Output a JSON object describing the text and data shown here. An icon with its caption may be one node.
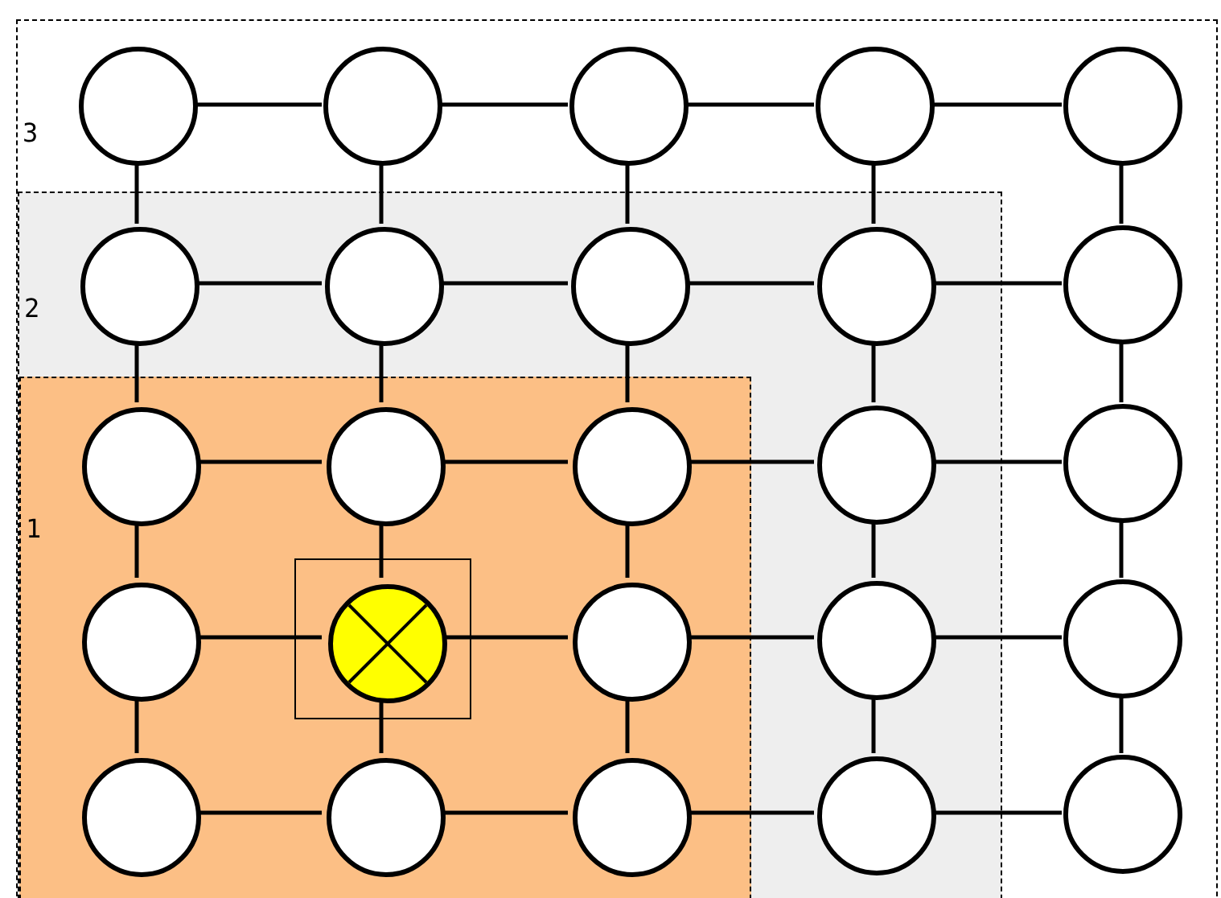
{
  "diagram": {
    "nodes": [
      {
        "text": [
          "3"
        ]
      },
      {
        "text": [],
        "shape": "circle",
        "in": 0
      },
      {
        "text": [],
        "shape": "circle",
        "in": 0
      },
      {
        "text": [],
        "shape": "circle",
        "in": 0
      },
      {
        "text": [],
        "shape": "circle",
        "in": 0
      },
      {
        "text": [],
        "shape": "circle",
        "in": 0
      },
      {
        "text": [
          "2"
        ],
        "in": 0
      },
      {
        "text": [],
        "shape": "circle",
        "in": 6
      },
      {
        "text": [],
        "shape": "circle",
        "in": 6
      },
      {
        "text": [],
        "shape": "circle",
        "in": 6
      },
      {
        "text": [],
        "shape": "circle",
        "in": 6
      },
      {
        "text": [],
        "shape": "circle",
        "in": 0
      },
      {
        "text": [
          "1"
        ],
        "in": 6
      },
      {
        "text": [],
        "shape": "circle",
        "in": 12
      },
      {
        "text": [],
        "shape": "circle",
        "in": 12
      },
      {
        "text": [],
        "shape": "circle",
        "in": 12
      },
      {
        "text": [],
        "shape": "circle",
        "in": 6
      },
      {
        "text": [],
        "shape": "circle",
        "in": 0
      },
      {
        "text": [],
        "shape": "circle",
        "in": 12
      },
      {
        "text": [],
        "shape": "box",
        "in": 12
      },
      {
        "text": [],
        "shape": "circle",
        "in": 19
      },
      {
        "text": [],
        "shape": "circle",
        "in": 12
      },
      {
        "text": [],
        "shape": "circle",
        "in": 6
      },
      {
        "text": [],
        "shape": "circle",
        "in": 0
      },
      {
        "text": [],
        "shape": "circle",
        "in": 12
      },
      {
        "text": [],
        "shape": "circle",
        "in": 12
      },
      {
        "text": [],
        "shape": "circle",
        "in": 12
      },
      {
        "text": [],
        "shape": "circle",
        "in": 6
      },
      {
        "text": [],
        "shape": "circle",
        "in": 0
      }
    ],
    "edges": [
      {
        "from": 1,
        "to": 2,
        "arrow": "none"
      },
      {
        "from": 2,
        "to": 3,
        "arrow": "none"
      },
      {
        "from": 3,
        "to": 4,
        "arrow": "none"
      },
      {
        "from": 4,
        "to": 5,
        "arrow": "none"
      },
      {
        "from": 7,
        "to": 8,
        "arrow": "none"
      },
      {
        "from": 8,
        "to": 9,
        "arrow": "none"
      },
      {
        "from": 9,
        "to": 10,
        "arrow": "none"
      },
      {
        "from": 10,
        "to": 11,
        "arrow": "none"
      },
      {
        "from": 13,
        "to": 14,
        "arrow": "none"
      },
      {
        "from": 14,
        "to": 15,
        "arrow": "none"
      },
      {
        "from": 15,
        "to": 16,
        "arrow": "none"
      },
      {
        "from": 16,
        "to": 17,
        "arrow": "none"
      },
      {
        "from": 18,
        "to": 20,
        "arrow": "none"
      },
      {
        "from": 20,
        "to": 21,
        "arrow": "none"
      },
      {
        "from": 21,
        "to": 22,
        "arrow": "none"
      },
      {
        "from": 22,
        "to": 23,
        "arrow": "none"
      },
      {
        "from": 24,
        "to": 25,
        "arrow": "none"
      },
      {
        "from": 25,
        "to": 26,
        "arrow": "none"
      },
      {
        "from": 26,
        "to": 27,
        "arrow": "none"
      },
      {
        "from": 27,
        "to": 28,
        "arrow": "none"
      },
      {
        "from": 1,
        "to": 7,
        "arrow": "none"
      },
      {
        "from": 7,
        "to": 13,
        "arrow": "none"
      },
      {
        "from": 13,
        "to": 18,
        "arrow": "none"
      },
      {
        "from": 18,
        "to": 24,
        "arrow": "none"
      },
      {
        "from": 2,
        "to": 8,
        "arrow": "none"
      },
      {
        "from": 8,
        "to": 14,
        "arrow": "none"
      },
      {
        "from": 14,
        "to": 20,
        "arrow": "none"
      },
      {
        "from": 20,
        "to": 25,
        "arrow": "none"
      },
      {
        "from": 3,
        "to": 9,
        "arrow": "none"
      },
      {
        "from": 9,
        "to": 15,
        "arrow": "none"
      },
      {
        "from": 15,
        "to": 21,
        "arrow": "none"
      },
      {
        "from": 21,
        "to": 26,
        "arrow": "none"
      },
      {
        "from": 4,
        "to": 10,
        "arrow": "none"
      },
      {
        "from": 10,
        "to": 16,
        "arrow": "none"
      },
      {
        "from": 16,
        "to": 22,
        "arrow": "none"
      },
      {
        "from": 22,
        "to": 27,
        "arrow": "none"
      },
      {
        "from": 5,
        "to": 11,
        "arrow": "none"
      },
      {
        "from": 11,
        "to": 17,
        "arrow": "none"
      },
      {
        "from": 17,
        "to": 23,
        "arrow": "none"
      },
      {
        "from": 23,
        "to": 28,
        "arrow": "none"
      }
    ]
  }
}
